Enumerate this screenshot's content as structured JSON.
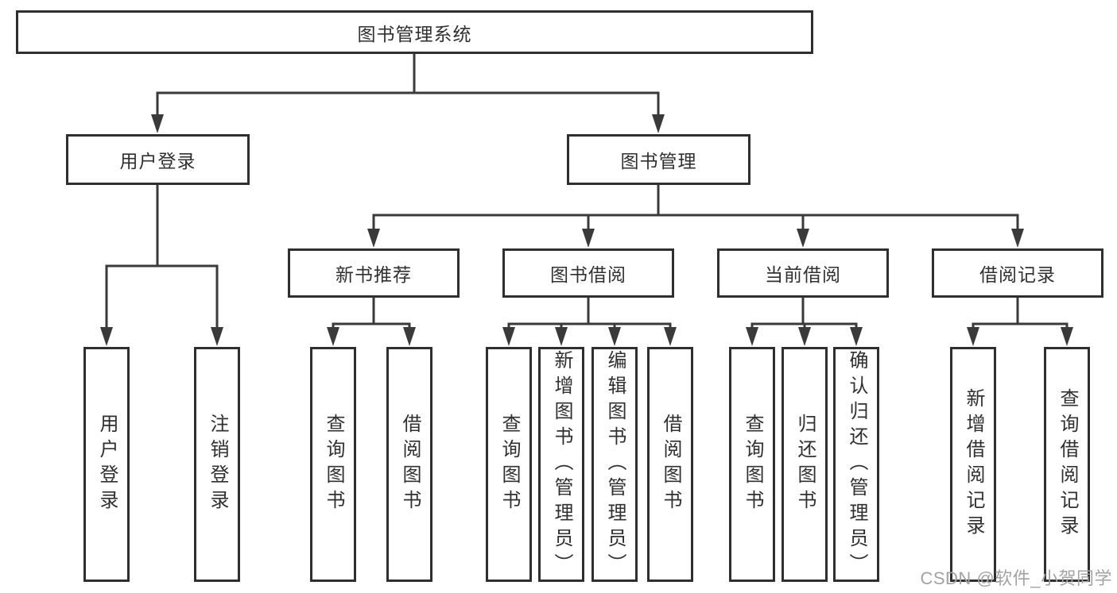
{
  "diagram": {
    "root": {
      "label": "图书管理系统"
    },
    "branches": [
      {
        "label": "用户登录",
        "children": [
          {
            "label": "用户登录"
          },
          {
            "label": "注销登录"
          }
        ]
      },
      {
        "label": "图书管理",
        "children": [
          {
            "label": "新书推荐",
            "children": [
              {
                "label": "查询图书"
              },
              {
                "label": "借阅图书"
              }
            ]
          },
          {
            "label": "图书借阅",
            "children": [
              {
                "label": "查询图书"
              },
              {
                "label": "新增图书（管理员）"
              },
              {
                "label": "编辑图书（管理员）"
              },
              {
                "label": "借阅图书"
              }
            ]
          },
          {
            "label": "当前借阅",
            "children": [
              {
                "label": "查询图书"
              },
              {
                "label": "归还图书"
              },
              {
                "label": "确认归还（管理员）"
              }
            ]
          },
          {
            "label": "借阅记录",
            "children": [
              {
                "label": "新增借阅记录"
              },
              {
                "label": "查询借阅记录"
              }
            ]
          }
        ]
      }
    ]
  },
  "watermark": {
    "text": "CSDN @软件_小贺同学"
  },
  "colors": {
    "line": "#3a3a3a",
    "box_border": "#2f2f2f",
    "text": "#303030",
    "background": "#ffffff",
    "watermark": "#a3a3a3"
  }
}
